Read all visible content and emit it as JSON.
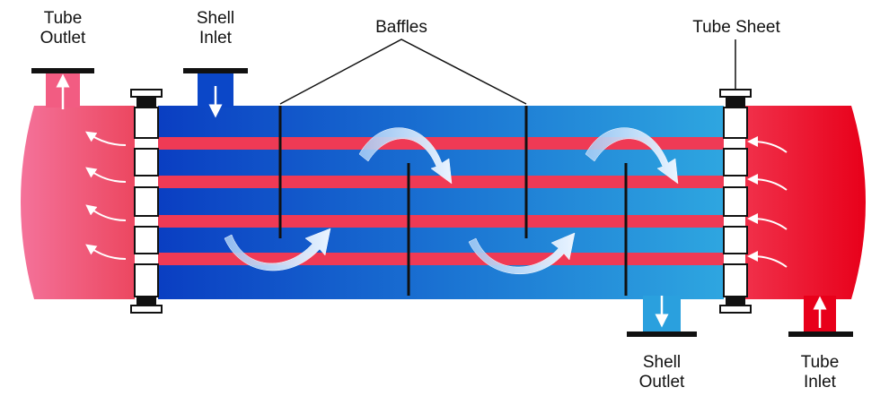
{
  "labels": {
    "tube_outlet": [
      "Tube",
      "Outlet"
    ],
    "shell_inlet": [
      "Shell",
      "Inlet"
    ],
    "baffles": "Baffles",
    "tube_sheet": "Tube Sheet",
    "shell_outlet": [
      "Shell",
      "Outlet"
    ],
    "tube_inlet": [
      "Tube",
      "Inlet"
    ]
  },
  "colors": {
    "hot_fluid": "#e8001a",
    "hot_fluid_light": "#f06489",
    "cold_fluid_dark": "#0a3ec2",
    "cold_fluid_light": "#2ea6e0",
    "tube_stripe": "#ef3a55",
    "baffle_line": "#111111",
    "flow_arrow": "#cfe4fb"
  },
  "icons": {
    "inlet_outlet_arrows": "white-arrow",
    "flow_arrows": "curved-arrow",
    "return_arrows": "curved-white-arrow"
  }
}
